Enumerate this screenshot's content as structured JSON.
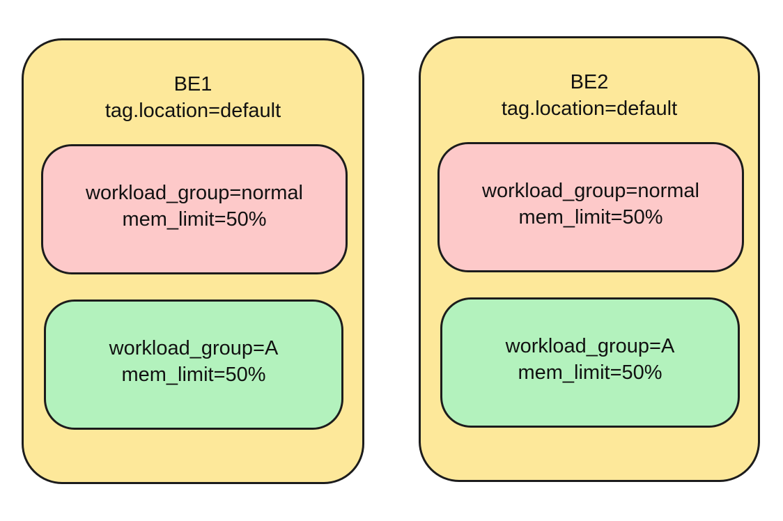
{
  "nodes": [
    {
      "name": "BE1",
      "tag": "tag.location=default",
      "groups": [
        {
          "label": "workload_group=normal",
          "limit": "mem_limit=50%"
        },
        {
          "label": "workload_group=A",
          "limit": "mem_limit=50%"
        }
      ]
    },
    {
      "name": "BE2",
      "tag": "tag.location=default",
      "groups": [
        {
          "label": "workload_group=normal",
          "limit": "mem_limit=50%"
        },
        {
          "label": "workload_group=A",
          "limit": "mem_limit=50%"
        }
      ]
    }
  ],
  "colors": {
    "node_fill": "#fde89a",
    "normal_group_fill": "#fdc9c9",
    "a_group_fill": "#b3f2bd",
    "stroke": "#1c1c1c"
  }
}
